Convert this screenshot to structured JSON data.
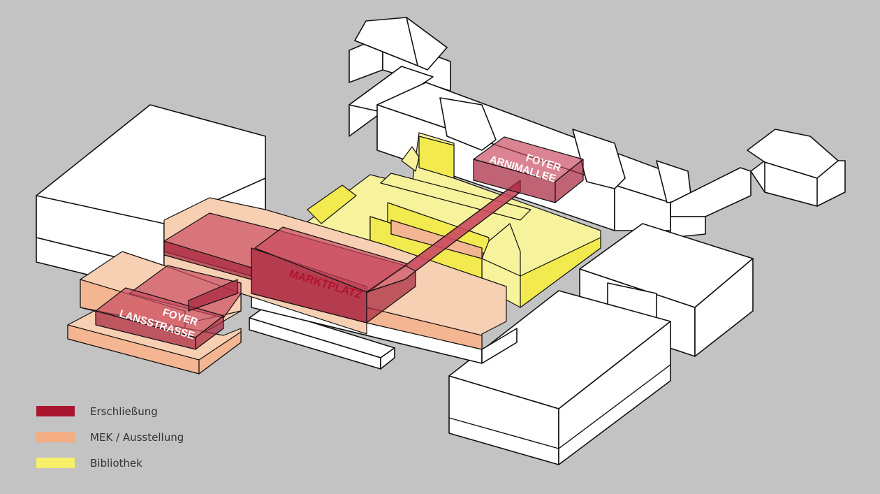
{
  "labels": {
    "foyer_arnimallee_1": "FOYER",
    "foyer_arnimallee_2": "ARNIMALLEE",
    "foyer_lansstrasse_1": "FOYER",
    "foyer_lansstrasse_2": "LANSSTRASSE",
    "marktplatz": "MARKTPLATZ"
  },
  "legend": [
    {
      "label": "Erschließung",
      "color": "#a8172f"
    },
    {
      "label": "MEK / Ausstellung",
      "color": "#f4ad82"
    },
    {
      "label": "Bibliothek",
      "color": "#f6ef6a"
    }
  ]
}
